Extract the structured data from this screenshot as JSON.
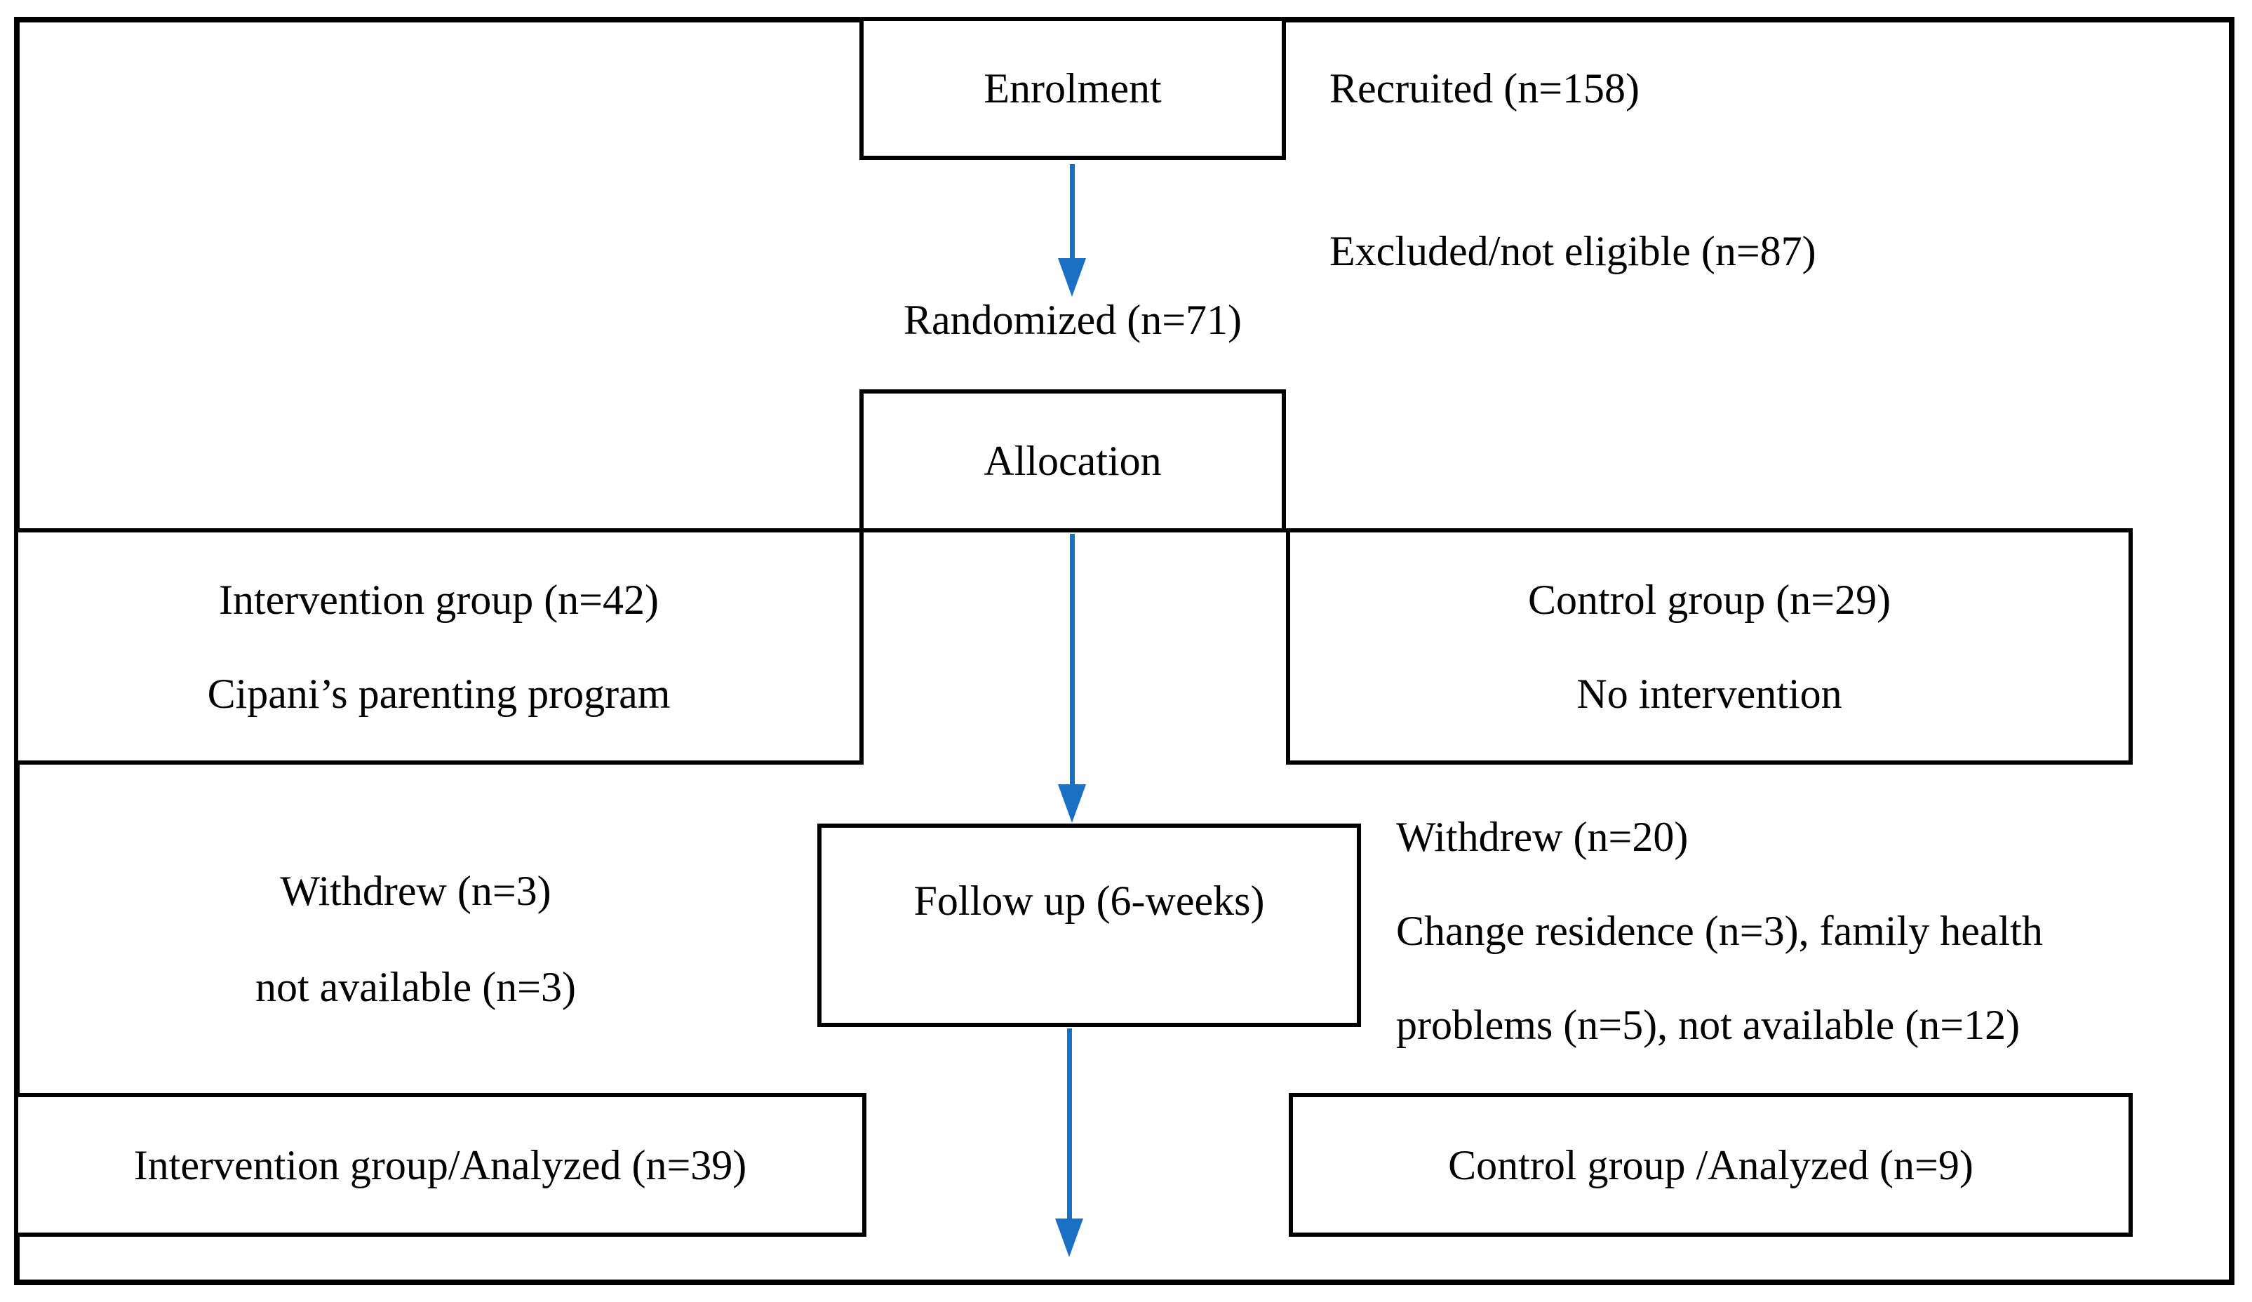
{
  "colors": {
    "arrow_blue": "#1c70c4",
    "line_black": "#000000",
    "background": "#ffffff"
  },
  "boxes": {
    "enrolment": "Enrolment",
    "allocation": "Allocation",
    "followup": "Follow up (6-weeks)",
    "intervention_line1": "Intervention group (n=42)",
    "intervention_line2": "Cipani’s parenting program",
    "control_line1": "Control group (n=29)",
    "control_line2": "No intervention",
    "analyzed_intervention": "Intervention group/Analyzed (n=39)",
    "analyzed_control": "Control group /Analyzed (n=9)"
  },
  "labels": {
    "recruited": "Recruited (n=158)",
    "excluded": "Excluded/not eligible (n=87)",
    "randomized": "Randomized (n=71)",
    "withdrew_left_line1": "Withdrew (n=3)",
    "withdrew_left_line2": "not available (n=3)",
    "withdrew_right_line1": "Withdrew (n=20)",
    "withdrew_right_line2": "Change residence (n=3), family health",
    "withdrew_right_line3": "problems (n=5), not available (n=12)"
  }
}
